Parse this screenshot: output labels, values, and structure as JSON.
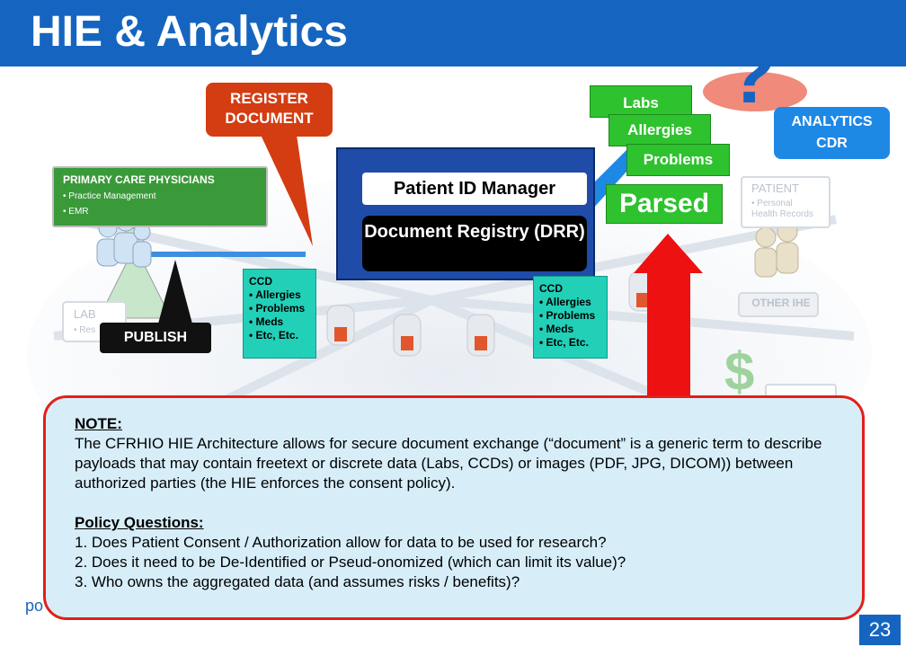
{
  "title": "HIE & Analytics",
  "register_document": "REGISTER DOCUMENT",
  "primary_care": {
    "title": "PRIMARY CARE PHYSICIANS",
    "items": [
      "Practice Management",
      "EMR"
    ]
  },
  "lab": {
    "title": "LAB",
    "item": "Res"
  },
  "publish": "PUBLISH",
  "patient_id_manager": "Patient ID Manager",
  "document_registry": "Document Registry (DRR)",
  "ccd_left": {
    "title": "CCD",
    "items": [
      "Allergies",
      "Problems",
      "Meds",
      "Etc, Etc."
    ]
  },
  "ccd_right": {
    "title": "CCD",
    "items": [
      "Allergies",
      "Problems",
      "Meds",
      "Etc, Etc."
    ]
  },
  "tabs": {
    "labs": "Labs",
    "allergies": "Allergies",
    "problems": "Problems"
  },
  "parsed": "Parsed",
  "analytics_cdr": "ANALYTICS CDR",
  "patient_box": {
    "title": "PATIENT",
    "item": "Personal Health Records"
  },
  "other_ihe": "OTHER IHE",
  "note": {
    "heading": "NOTE:",
    "body": "The CFRHIO HIE Architecture allows for secure document exchange (“document” is a generic term to describe payloads that may contain freetext or discrete data (Labs, CCDs) or images (PDF, JPG, DICOM)) between authorized parties (the HIE enforces the consent policy).",
    "policy_heading": "Policy Questions:",
    "questions": [
      "1. Does Patient Consent / Authorization allow for data to be used for research?",
      "2. Does it need to be De-Identified or Pseud-onomized (which can limit its value)?",
      "3. Who owns the aggregated data (and assumes risks / benefits)?"
    ]
  },
  "footer_fragment": "po",
  "page_number": "23",
  "colors": {
    "title_blue": "#1565c0",
    "callout_red": "#d43c12",
    "green": "#2fc22f",
    "note_border": "#e0201a",
    "note_bg": "#d7eef9",
    "ccd_teal": "#22d0b8"
  }
}
